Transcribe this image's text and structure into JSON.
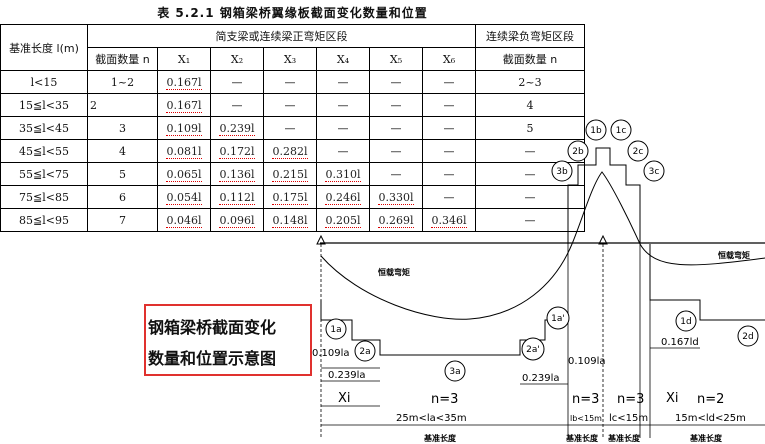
{
  "title": "表 5.2.1  钢箱梁桥翼缘板截面变化数量和位置",
  "table": {
    "col_base_length": "基准长度 l(m)",
    "group_positive": "简支梁或连续梁正弯矩区段",
    "group_negative": "连续梁负弯矩区段",
    "col_sections": "截面数量 n",
    "col_x": [
      "X₁",
      "X₂",
      "X₃",
      "X₄",
      "X₅",
      "X₆"
    ],
    "col_sections_neg": "截面数量 n",
    "rows": [
      {
        "range": "l<15",
        "n": "1~2",
        "x": [
          "0.167l",
          "—",
          "—",
          "—",
          "—",
          "—"
        ],
        "neg": "2~3"
      },
      {
        "range": "15≦l<35",
        "n": "2",
        "x": [
          "0.167l",
          "—",
          "—",
          "—",
          "—",
          "—"
        ],
        "neg": "4"
      },
      {
        "range": "35≦l<45",
        "n": "3",
        "x": [
          "0.109l",
          "0.239l",
          "—",
          "—",
          "—",
          "—"
        ],
        "neg": "5"
      },
      {
        "range": "45≦l<55",
        "n": "4",
        "x": [
          "0.081l",
          "0.172l",
          "0.282l",
          "—",
          "—",
          "—"
        ],
        "neg": "—"
      },
      {
        "range": "55≦l<75",
        "n": "5",
        "x": [
          "0.065l",
          "0.136l",
          "0.215l",
          "0.310l",
          "—",
          "—"
        ],
        "neg": "—"
      },
      {
        "range": "75≦l<85",
        "n": "6",
        "x": [
          "0.054l",
          "0.112l",
          "0.175l",
          "0.246l",
          "0.330l",
          "—"
        ],
        "neg": "—"
      },
      {
        "range": "85≦l<95",
        "n": "7",
        "x": [
          "0.046l",
          "0.096l",
          "0.148l",
          "0.205l",
          "0.269l",
          "0.346l"
        ],
        "neg": "—"
      }
    ]
  },
  "diagram": {
    "moment_label_left": "恒载弯矩",
    "moment_label_right": "恒载弯矩",
    "callout_line1": "钢箱梁桥截面变化",
    "callout_line2": "数量和位置示意图",
    "circles": {
      "c1b": "1b",
      "c1c": "1c",
      "c2b": "2b",
      "c2c": "2c",
      "c3b": "3b",
      "c3c": "3c",
      "c1a": "1a",
      "c2a": "2a",
      "c3a": "3a",
      "c1a2": "1a'",
      "c2a2": "2a'",
      "c1d": "1d",
      "c2d": "2d"
    },
    "dim_0109la_left": "0.109la",
    "dim_0239la_left": "0.239la",
    "dim_0109la_right": "0.109la",
    "dim_0239la_right": "0.239la",
    "dim_0167ld": "0.167ld",
    "n3_main": "n=3",
    "n3_b": "n=3",
    "n3_c": "n=3",
    "n2": "n=2",
    "xi_left": "Xi",
    "xi_right": "Xi",
    "span_a": "25m<la<35m",
    "span_b": "lb<15m",
    "span_c": "lc<15m",
    "span_d": "15m<ld<25m",
    "base_len_1": "基准长度",
    "base_len_2": "基准长度",
    "base_len_3": "基准长度",
    "base_len_4": "基准长度"
  }
}
